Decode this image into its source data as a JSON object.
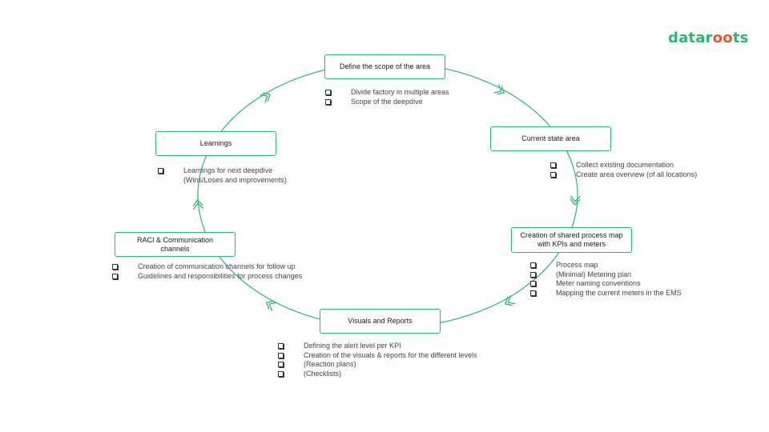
{
  "logo": {
    "text_start": "datar",
    "text_loop": "oo",
    "text_end": "ts"
  },
  "colors": {
    "accent": "#2bb673",
    "logo_orange": "#e8552a"
  },
  "steps": [
    {
      "title": "Define the scope of the area",
      "bullets": [
        "Divide factory in multiple areas",
        "Scope of the deepdive"
      ]
    },
    {
      "title": "Current state area",
      "bullets": [
        "Collect existing documentation",
        "Create area overview (of all locations)"
      ]
    },
    {
      "title": "Creation of shared process map with KPIs and meters",
      "bullets": [
        "Process map",
        "(Minimal) Metering plan",
        "Meter naming conventions",
        "Mapping the current meters in the EMS"
      ]
    },
    {
      "title": "Visuals and Reports",
      "bullets": [
        "Defining the alert level per KPI",
        "Creation of the visuals & reports for the different levels",
        "(Reaction plans)",
        "(Checklists)"
      ]
    },
    {
      "title": "RACI & Communication channels",
      "bullets": [
        "Creation of communication channels for follow up",
        "Guidelines and responsibilities for process changes"
      ]
    },
    {
      "title": "Learnings",
      "bullets": [
        "Learnings for next deepdive\n(Wins/Loses and improvements)"
      ]
    }
  ]
}
